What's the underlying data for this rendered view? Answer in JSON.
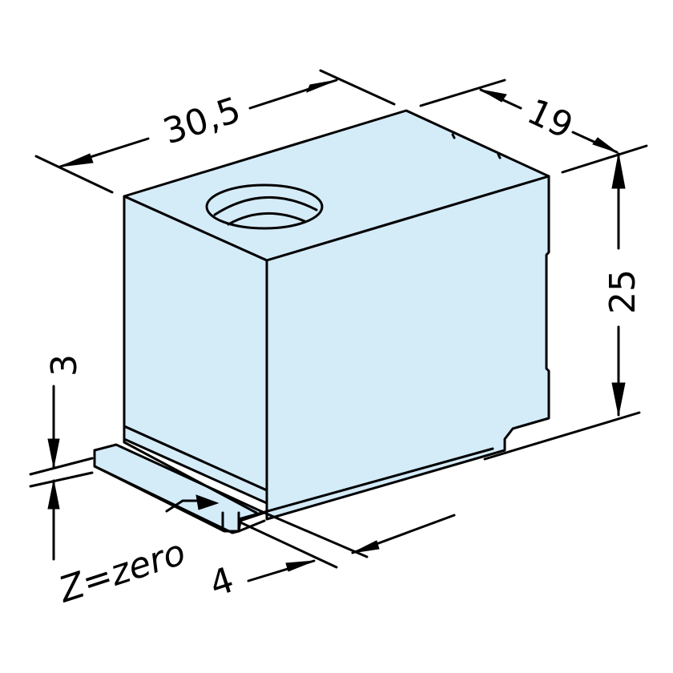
{
  "diagram": {
    "type": "isometric technical drawing",
    "subject": "rectangular block (jaw) with counterbored hole and bottom tongue",
    "fill_color": "#d4ebf8",
    "line_color": "#000000",
    "dimensions": {
      "length": "30,5",
      "depth": "19",
      "height": "25",
      "tongue_height": "3",
      "tongue_width": "4"
    },
    "annotations": {
      "zero_reference": "Z=zero"
    }
  }
}
